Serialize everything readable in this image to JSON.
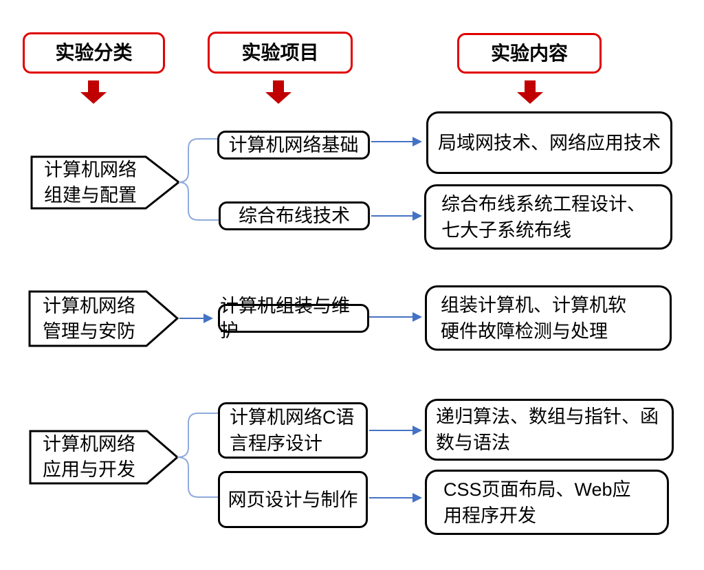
{
  "headers": {
    "category": "实验分类",
    "project": "实验项目",
    "content": "实验内容"
  },
  "categories": {
    "c1": {
      "line1": "计算机网络",
      "line2": "组建与配置"
    },
    "c2": {
      "line1": "计算机网络",
      "line2": "管理与安防"
    },
    "c3": {
      "line1": "计算机网络",
      "line2": "应用与开发"
    }
  },
  "projects": {
    "p1": {
      "label": "计算机网络基础"
    },
    "p2": {
      "label": "综合布线技术"
    },
    "p3": {
      "label": "计算机组装与维护"
    },
    "p4": {
      "line1": "计算机网络C语",
      "line2": "言程序设计"
    },
    "p5": {
      "label": "网页设计与制作"
    }
  },
  "contents": {
    "t1": {
      "label": "局域网技术、网络应用技术"
    },
    "t2": {
      "line1": "综合布线系统工程设计、",
      "line2": "七大子系统布线"
    },
    "t3": {
      "line1": "组装计算机、计算机软",
      "line2": "硬件故障检测与处理"
    },
    "t4": {
      "line1": "递归算法、数组与指针、函",
      "line2": "数与语法"
    },
    "t5": {
      "line1": "CSS页面布局、Web应",
      "line2": "用程序开发"
    }
  },
  "colors": {
    "header_border": "#e00000",
    "block_arrow": "#c00000",
    "connector_blue": "#4472c4",
    "brace_blue": "#8faadc",
    "shape_border": "#000000"
  }
}
